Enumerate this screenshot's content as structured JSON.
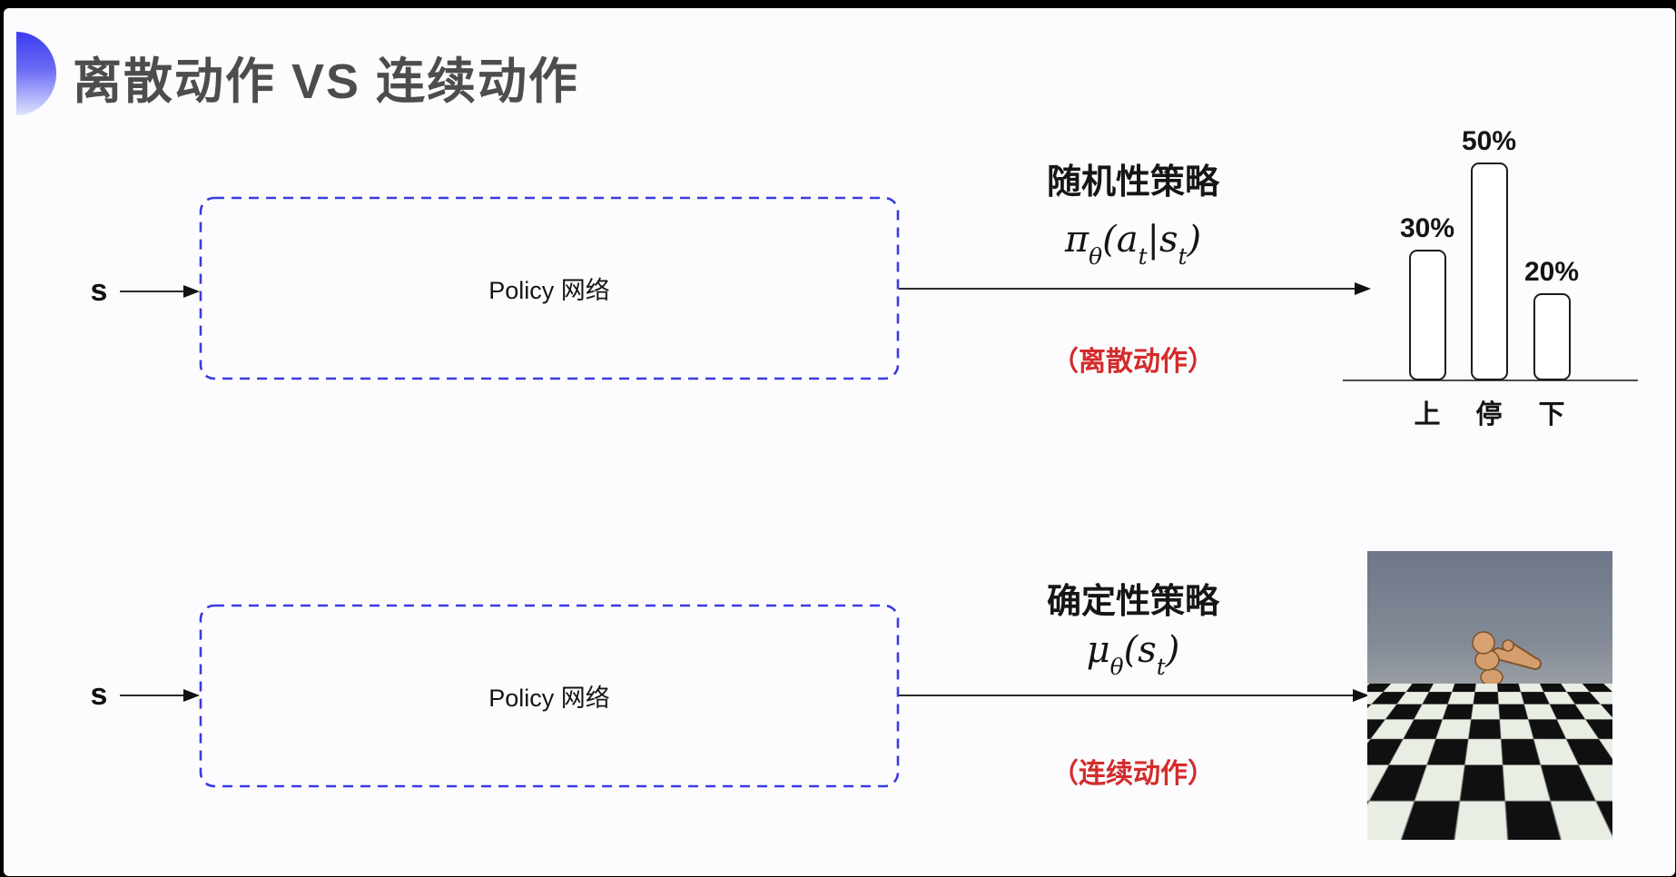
{
  "slide": {
    "title": "离散动作 VS 连续动作",
    "accent_color": "#3c3cf2"
  },
  "top_row": {
    "input_label": "s",
    "box_label": "Policy 网络",
    "policy_title": "随机性策略",
    "policy_formula": "π_{θ}(a_{t}|s_{t})",
    "action_type": "（离散动作）"
  },
  "bottom_row": {
    "input_label": "s",
    "box_label": "Policy 网络",
    "policy_title": "确定性策略",
    "policy_formula": "μ_{θ}(s_{t})",
    "action_type": "（连续动作）"
  },
  "chart_data": {
    "type": "bar",
    "title": "",
    "categories": [
      "上",
      "停",
      "下"
    ],
    "values": [
      30,
      50,
      20
    ],
    "value_labels": [
      "30%",
      "50%",
      "20%"
    ],
    "ylim": [
      0,
      60
    ],
    "grid": false,
    "legend": false,
    "bar_fill": "#ffffff",
    "bar_stroke": "#1c1c1c"
  },
  "colors": {
    "action_type_red": "#d42b2b",
    "box_dash_blue": "#3b3be0"
  }
}
